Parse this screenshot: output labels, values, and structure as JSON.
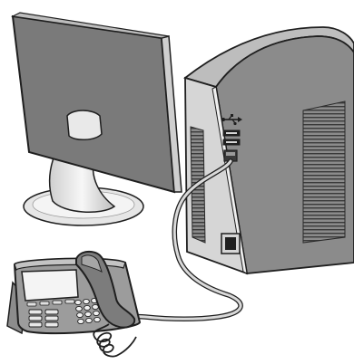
{
  "illustration": {
    "objects": [
      "monitor",
      "tower-pc",
      "ip-phone",
      "usb-cable"
    ],
    "palette": {
      "outline": "#1f1f1f",
      "monitor_back": "#7a7a7a",
      "monitor_edge": "#cfcfcf",
      "tower_side": "#8b8b8b",
      "tower_front": "#d6d6d6",
      "tower_top": "#bdbdbd",
      "stand": "#e9e9e9",
      "phone_body": "#9c9c9c",
      "phone_handset": "#7c7c7c",
      "screen": "#f4f4f4",
      "cable": "#d9d9d9"
    }
  }
}
